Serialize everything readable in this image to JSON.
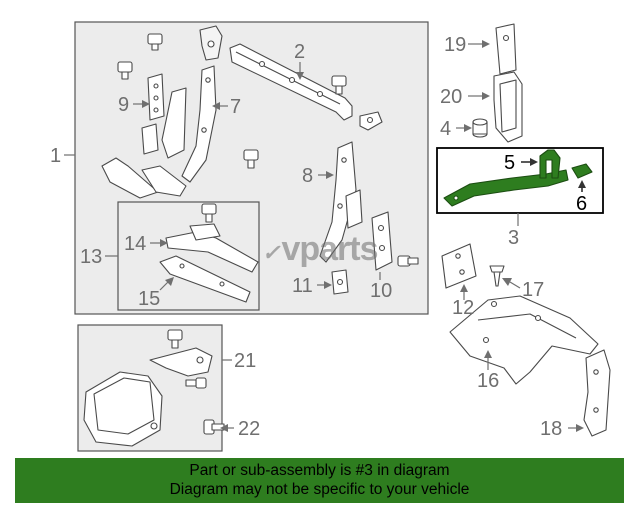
{
  "diagram": {
    "callouts": {
      "c1": "1",
      "c2": "2",
      "c3": "3",
      "c4": "4",
      "c5": "5",
      "c6": "6",
      "c7": "7",
      "c8": "8",
      "c9": "9",
      "c10": "10",
      "c11": "11",
      "c12": "12",
      "c13": "13",
      "c14": "14",
      "c15": "15",
      "c16": "16",
      "c17": "17",
      "c18": "18",
      "c19": "19",
      "c20": "20",
      "c21": "21",
      "c22": "22"
    },
    "highlighted_part": "3",
    "highlight_color": "#2e7d1f"
  },
  "watermark": {
    "text": "vparts"
  },
  "footer": {
    "line1": "Part or sub-assembly is #3 in diagram",
    "line2": "Diagram may not be specific to your vehicle",
    "background": "#2e7d1f"
  }
}
